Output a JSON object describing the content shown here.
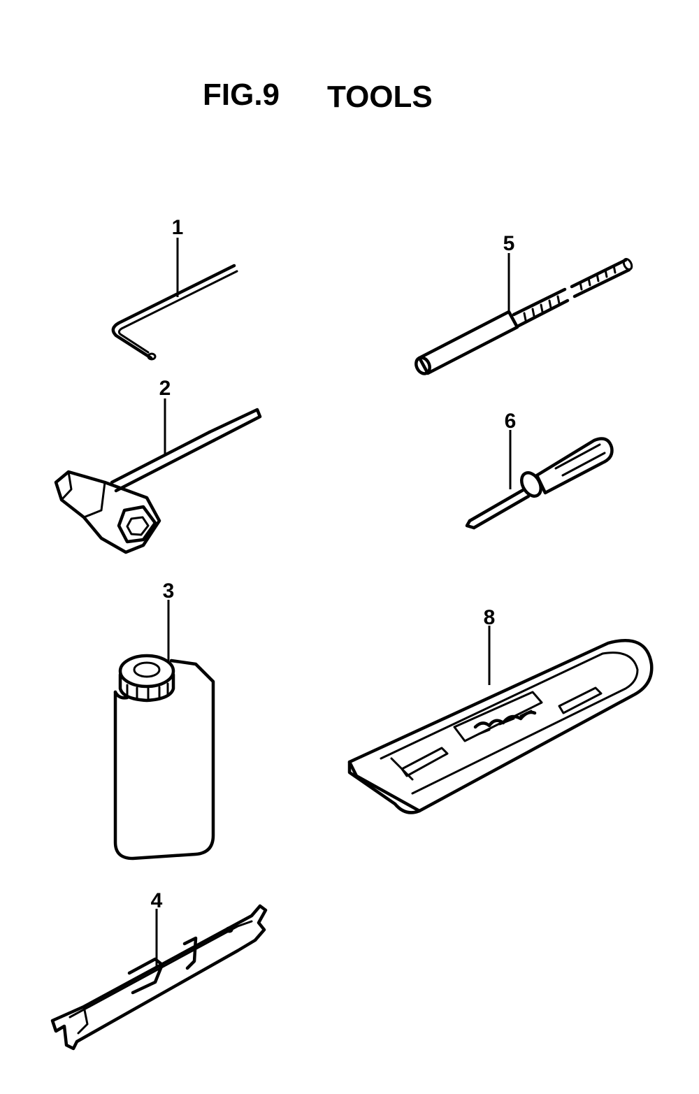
{
  "figure": {
    "number_label": "FIG.9",
    "title_label": "TOOLS"
  },
  "parts": [
    {
      "number": "1",
      "drawing": "hex-key-icon"
    },
    {
      "number": "2",
      "drawing": "combination-wrench-icon"
    },
    {
      "number": "3",
      "drawing": "oil-bottle-icon"
    },
    {
      "number": "4",
      "drawing": "file-guide-icon"
    },
    {
      "number": "5",
      "drawing": "round-file-icon"
    },
    {
      "number": "6",
      "drawing": "screwdriver-icon"
    },
    {
      "number": "8",
      "drawing": "guide-bar-cover-icon"
    }
  ]
}
